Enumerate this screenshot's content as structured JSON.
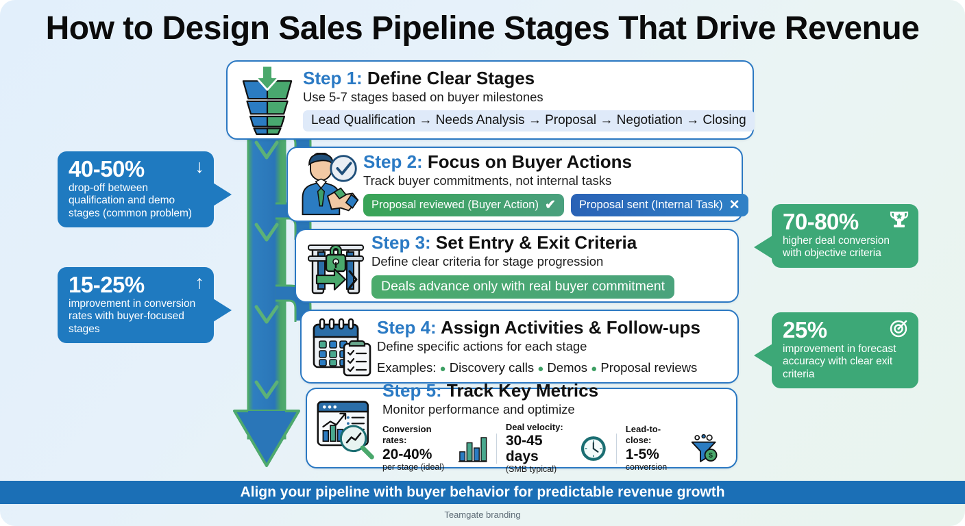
{
  "title": "How to Design Sales Pipeline Stages That Drive Revenue",
  "steps": [
    {
      "num": "Step 1:",
      "heading": "Define Clear Stages",
      "sub": "Use 5-7 stages based on buyer milestones",
      "icon": "sales-funnel-icon",
      "chip": "Lead Qualification → Needs Analysis → Proposal → Negotiation → Closing"
    },
    {
      "num": "Step 2:",
      "heading": "Focus on Buyer Actions",
      "sub": "Track buyer commitments, not internal tasks",
      "icon": "handshake-buyer-icon",
      "badge_good": "Proposal reviewed (Buyer Action)",
      "badge_good_glyph": "✔",
      "badge_bad": "Proposal sent (Internal Task)",
      "badge_bad_glyph": "✕"
    },
    {
      "num": "Step 3:",
      "heading": "Set Entry & Exit Criteria",
      "sub": "Define clear criteria for stage progression",
      "icon": "gate-lock-icon",
      "chip": "Deals advance only with real buyer commitment"
    },
    {
      "num": "Step 4:",
      "heading": "Assign Activities & Follow-ups",
      "sub": "Define specific actions for each stage",
      "icon": "calendar-checklist-icon",
      "examples_label": "Examples:",
      "examples": [
        "Discovery calls",
        "Demos",
        "Proposal reviews"
      ]
    },
    {
      "num": "Step 5:",
      "heading": "Track Key Metrics",
      "sub": "Monitor performance and optimize",
      "icon": "analytics-magnifier-icon",
      "metrics": [
        {
          "label": "Conversion rates:",
          "value": "20-40%",
          "note": "per stage (ideal)",
          "icon": "bar-chart-icon"
        },
        {
          "label": "Deal velocity:",
          "value": "30-45 days",
          "note": "(SMB typical)",
          "icon": "clock-icon"
        },
        {
          "label": "Lead-to-close:",
          "value": "1-5%",
          "note": "conversion",
          "icon": "funnel-money-icon"
        }
      ]
    }
  ],
  "callouts": {
    "left": [
      {
        "stat": "40-50%",
        "glyph": "↓",
        "glyph_name": "arrow-down-icon",
        "text": "drop-off between qualification and demo stages (common problem)"
      },
      {
        "stat": "15-25%",
        "glyph": "↑",
        "glyph_name": "arrow-up-icon",
        "text": "improvement in conversion rates with buyer-focused stages"
      }
    ],
    "right": [
      {
        "stat": "70-80%",
        "glyph": "🏆",
        "glyph_name": "trophy-icon",
        "text": "higher deal conversion with objective criteria"
      },
      {
        "stat": "25%",
        "glyph": "◎",
        "glyph_name": "target-icon",
        "text": "improvement in forecast accuracy with clear exit criteria"
      }
    ]
  },
  "banner": "Align your pipeline with buyer behavior for predictable revenue growth",
  "brand": "Teamgate branding",
  "colors": {
    "accent_blue": "#2b78c2",
    "banner_blue": "#1b6fb6",
    "bubble_blue": "#1f7ac0",
    "bubble_green": "#3da877",
    "chip_green": "#4bab6c",
    "background_start": "#e2effb",
    "background_end": "#e9f4ee"
  }
}
